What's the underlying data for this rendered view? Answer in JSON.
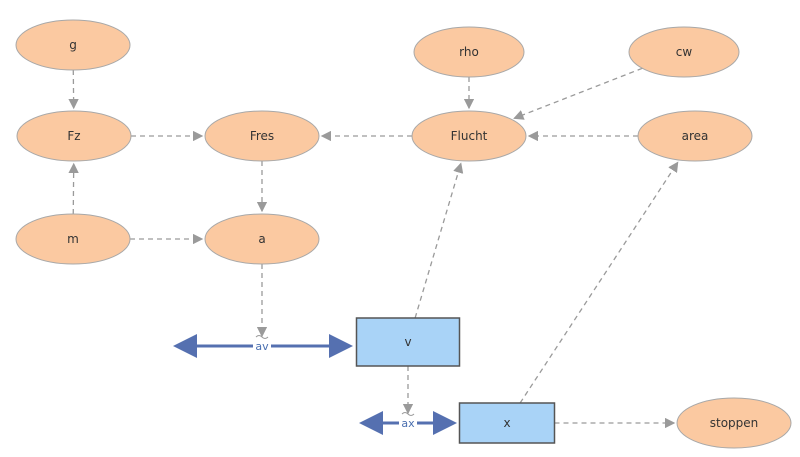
{
  "colors": {
    "aux_fill": "#fbc9a1",
    "aux_stroke": "#a8a8a8",
    "stock_fill": "#a9d3f7",
    "stock_stroke": "#555555",
    "connector": "#9a9a9a",
    "flow": "#5570b0"
  },
  "variables": [
    {
      "id": "g",
      "label": "g",
      "kind": "aux"
    },
    {
      "id": "rho",
      "label": "rho",
      "kind": "aux"
    },
    {
      "id": "cw",
      "label": "cw",
      "kind": "aux"
    },
    {
      "id": "Fz",
      "label": "Fz",
      "kind": "aux"
    },
    {
      "id": "Fres",
      "label": "Fres",
      "kind": "aux"
    },
    {
      "id": "Flucht",
      "label": "Flucht",
      "kind": "aux"
    },
    {
      "id": "area",
      "label": "area",
      "kind": "aux"
    },
    {
      "id": "m",
      "label": "m",
      "kind": "aux"
    },
    {
      "id": "a",
      "label": "a",
      "kind": "aux"
    },
    {
      "id": "stoppen",
      "label": "stoppen",
      "kind": "aux"
    },
    {
      "id": "v",
      "label": "v",
      "kind": "stock"
    },
    {
      "id": "x",
      "label": "x",
      "kind": "stock"
    }
  ],
  "flows": [
    {
      "id": "av",
      "label": "av",
      "into": "v"
    },
    {
      "id": "ax",
      "label": "ax",
      "into": "x"
    }
  ],
  "links": [
    [
      "g",
      "Fz"
    ],
    [
      "m",
      "Fz"
    ],
    [
      "Fz",
      "Fres"
    ],
    [
      "Flucht",
      "Fres"
    ],
    [
      "rho",
      "Flucht"
    ],
    [
      "cw",
      "Flucht"
    ],
    [
      "area",
      "Flucht"
    ],
    [
      "Fres",
      "a"
    ],
    [
      "m",
      "a"
    ],
    [
      "a",
      "av"
    ],
    [
      "v",
      "Flucht"
    ],
    [
      "v",
      "ax"
    ],
    [
      "x",
      "area"
    ],
    [
      "x",
      "stoppen"
    ]
  ]
}
